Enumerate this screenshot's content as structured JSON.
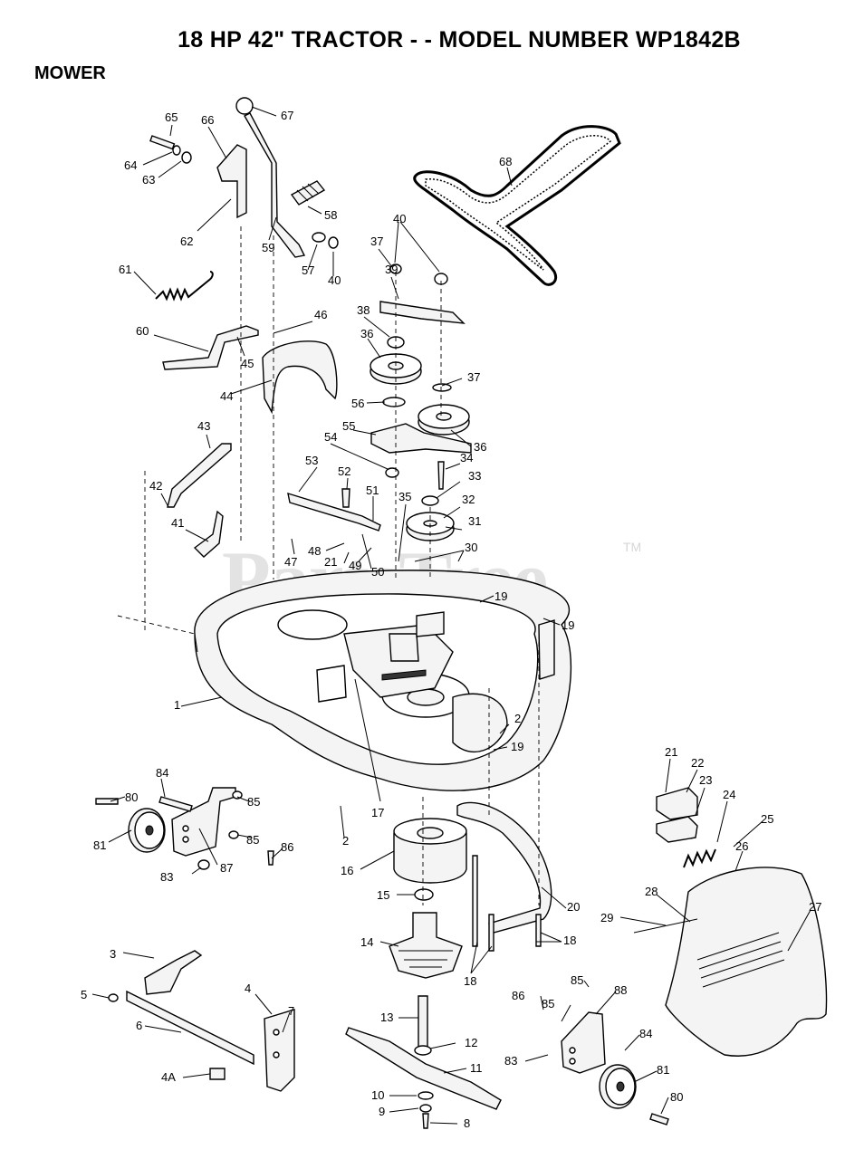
{
  "header": {
    "title": "18 HP 42\" TRACTOR - - MODEL NUMBER WP1842B",
    "section": "MOWER"
  },
  "watermark": {
    "text": "PartsTree",
    "tm": "TM"
  },
  "callouts": {
    "c65": "65",
    "c66": "66",
    "c67": "67",
    "c64": "64",
    "c63": "63",
    "c68": "68",
    "c58": "58",
    "c62": "62",
    "c59": "59",
    "c57": "57",
    "c40a": "40",
    "c40b": "40",
    "c37a": "37",
    "c39": "39",
    "c61": "61",
    "c46": "46",
    "c38": "38",
    "c60": "60",
    "c36a": "36",
    "c45": "45",
    "c37b": "37",
    "c44": "44",
    "c56": "56",
    "c55": "55",
    "c43": "43",
    "c36b": "36",
    "c54": "54",
    "c34": "34",
    "c53": "53",
    "c52": "52",
    "c33": "33",
    "c42": "42",
    "c51": "51",
    "c35": "35",
    "c32": "32",
    "c31": "31",
    "c41": "41",
    "c48": "48",
    "c30": "30",
    "c47": "47",
    "c21a": "21",
    "c49": "49",
    "c50": "50",
    "c19a": "19",
    "c19b": "19",
    "c1": "1",
    "c2a": "2",
    "c19c": "19",
    "c21b": "21",
    "c22": "22",
    "c84a": "84",
    "c80a": "80",
    "c85a": "85",
    "c23": "23",
    "c24": "24",
    "c17": "17",
    "c25": "25",
    "c81a": "81",
    "c85b": "85",
    "c86a": "86",
    "c2b": "2",
    "c26": "26",
    "c16": "16",
    "c83a": "83",
    "c87": "87",
    "c27": "27",
    "c28": "28",
    "c15": "15",
    "c20": "20",
    "c29": "29",
    "c14": "14",
    "c18a": "18",
    "c3": "3",
    "c18b": "18",
    "c85c": "85",
    "c88": "88",
    "c5": "5",
    "c4": "4",
    "c86b": "86",
    "c85d": "85",
    "c7": "7",
    "c6": "6",
    "c13": "13",
    "c84b": "84",
    "c12": "12",
    "c83b": "83",
    "c11": "11",
    "c81b": "81",
    "c4a": "4A",
    "c10": "10",
    "c80b": "80",
    "c9": "9",
    "c8": "8"
  }
}
